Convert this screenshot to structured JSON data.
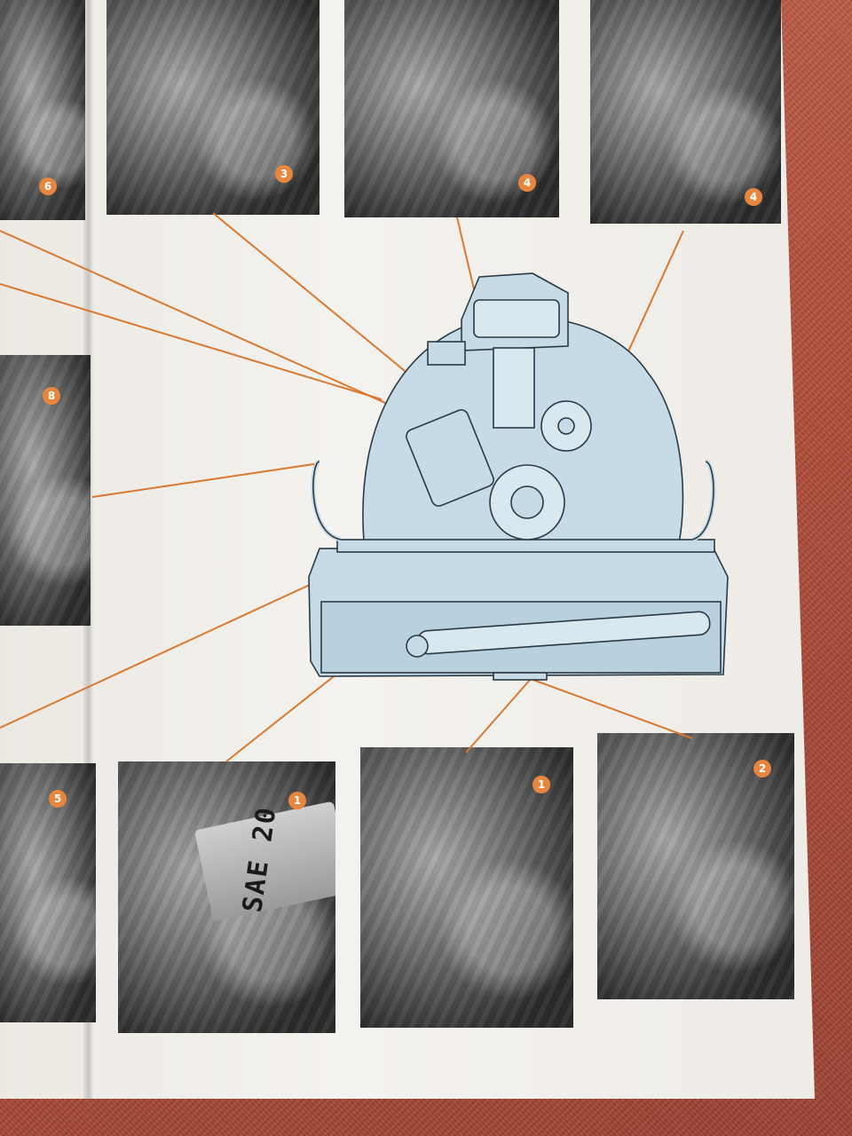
{
  "badges": {
    "top_left": "6",
    "top_mid": "3",
    "top_right_a": "4",
    "top_right_b": "4",
    "left_mid": "8",
    "bottom_left": "5",
    "bottom_mid_a": "1",
    "bottom_mid_b": "1",
    "bottom_right": "2"
  },
  "can_label": "SAE 20",
  "colors": {
    "leader_line": "#d9782e",
    "engine_fill": "#c6dbe6",
    "engine_stroke": "#2a3a44",
    "badge": "#e7873f"
  }
}
